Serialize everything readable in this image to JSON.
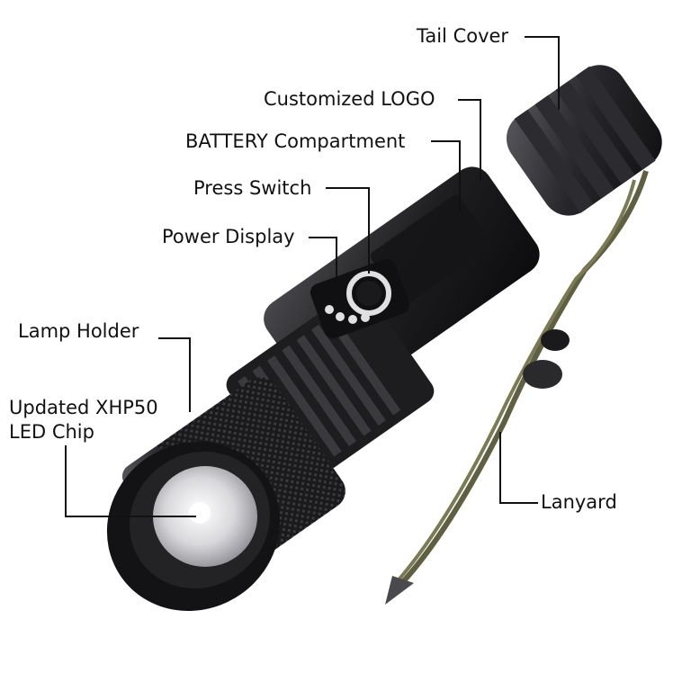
{
  "diagram": {
    "labels": {
      "tail_cover": "Tail Cover",
      "customized_logo": "Customized LOGO",
      "battery_compartment": "BATTERY Compartment",
      "press_switch": "Press Switch",
      "power_display": "Power Display",
      "lamp_holder": "Lamp Holder",
      "led_chip_line1": "Updated XHP50",
      "led_chip_line2": "LED Chip",
      "lanyard": "Lanyard"
    },
    "colors": {
      "body": "#1c1c1e",
      "body_highlight": "#4a4a4e",
      "lens": "#e8e8ea",
      "cord": "#6b6b4a",
      "leader_line": "#111111"
    },
    "icons": [
      "flashlight-illustration",
      "power-button-icon",
      "battery-indicator-dots",
      "lanyard-cord"
    ]
  }
}
